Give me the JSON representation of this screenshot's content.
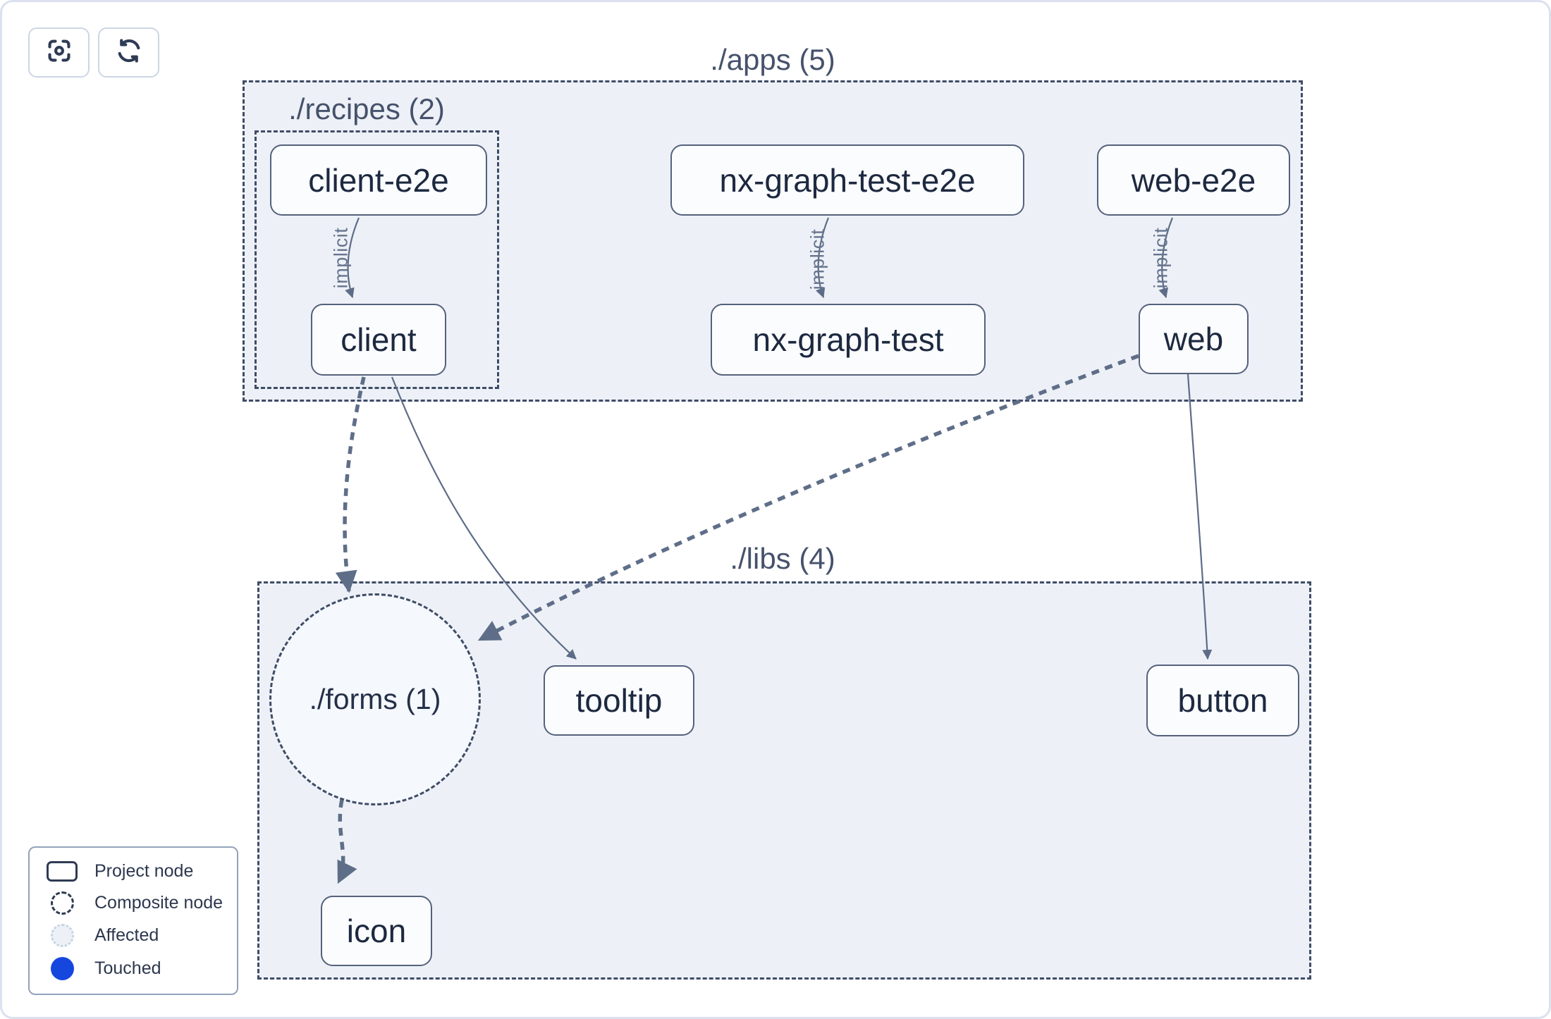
{
  "toolbar": {
    "focus_button": {
      "icon": "focus-icon"
    },
    "refresh_button": {
      "icon": "refresh-icon"
    }
  },
  "groups": [
    {
      "id": "apps",
      "label": "./apps (5)",
      "shape": "rectangle"
    },
    {
      "id": "recipes",
      "label": "./recipes (2)",
      "shape": "rectangle"
    },
    {
      "id": "libs",
      "label": "./libs (4)",
      "shape": "rectangle"
    },
    {
      "id": "forms",
      "label": "./forms (1)",
      "shape": "circle"
    }
  ],
  "nodes": [
    {
      "id": "client-e2e",
      "label": "client-e2e",
      "group": "recipes"
    },
    {
      "id": "client",
      "label": "client",
      "group": "recipes"
    },
    {
      "id": "nx-graph-test-e2e",
      "label": "nx-graph-test-e2e",
      "group": "apps"
    },
    {
      "id": "nx-graph-test",
      "label": "nx-graph-test",
      "group": "apps"
    },
    {
      "id": "web-e2e",
      "label": "web-e2e",
      "group": "apps"
    },
    {
      "id": "web",
      "label": "web",
      "group": "apps"
    },
    {
      "id": "tooltip",
      "label": "tooltip",
      "group": "libs"
    },
    {
      "id": "button",
      "label": "button",
      "group": "libs"
    },
    {
      "id": "icon",
      "label": "icon",
      "group": "libs"
    }
  ],
  "edges": [
    {
      "from": "client-e2e",
      "to": "client",
      "label": "implicit",
      "style": "thin"
    },
    {
      "from": "nx-graph-test-e2e",
      "to": "nx-graph-test",
      "label": "implicit",
      "style": "thin"
    },
    {
      "from": "web-e2e",
      "to": "web",
      "label": "implicit",
      "style": "thin"
    },
    {
      "from": "client",
      "to": "./forms",
      "label": "",
      "style": "thick-dashed"
    },
    {
      "from": "client",
      "to": "tooltip",
      "label": "",
      "style": "thin"
    },
    {
      "from": "web",
      "to": "./forms",
      "label": "",
      "style": "thick-dashed"
    },
    {
      "from": "web",
      "to": "button",
      "label": "",
      "style": "thin"
    },
    {
      "from": "./forms",
      "to": "icon",
      "label": "",
      "style": "thick-dashed"
    }
  ],
  "legend": {
    "items": [
      {
        "label": "Project node",
        "symbol": "solid-rounded-rectangle"
      },
      {
        "label": "Composite node",
        "symbol": "dashed-circle"
      },
      {
        "label": "Affected",
        "symbol": "dotted-light-circle"
      },
      {
        "label": "Touched",
        "symbol": "solid-blue-circle"
      }
    ]
  },
  "colors": {
    "page_border": "#dbe1ee",
    "group_fill": "#edf1f7",
    "composite_fill": "#f5f8fc",
    "group_border": "#3f4c66",
    "node_fill": "#fbfcfe",
    "node_border": "#55617d",
    "node_text": "#1d2940",
    "edge": "#5f6e88",
    "edge_label": "#66748e",
    "touched_blue": "#1547df"
  }
}
